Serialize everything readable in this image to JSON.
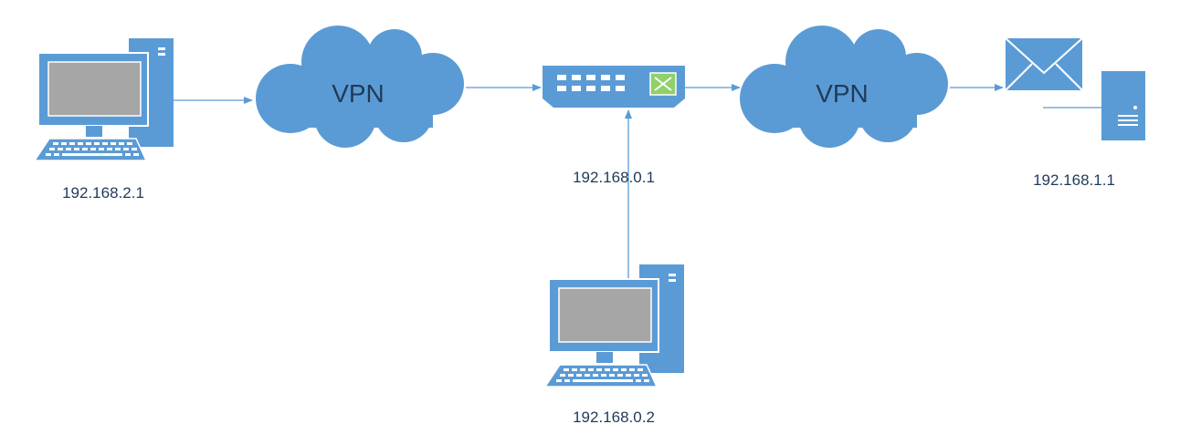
{
  "colors": {
    "device_blue": "#5b9bd5",
    "screen_gray": "#a6a6a6",
    "text_dark": "#1f3a5a",
    "switch_accent": "#8fd16a"
  },
  "nodes": {
    "pc_left": {
      "icon": "desktop-computer-icon",
      "ip": "192.168.2.1"
    },
    "vpn_left": {
      "icon": "cloud-icon",
      "label": "VPN"
    },
    "switch": {
      "icon": "network-switch-icon",
      "ip": "192.168.0.1"
    },
    "vpn_right": {
      "icon": "cloud-icon",
      "label": "VPN"
    },
    "mail_server": {
      "icon": "mail-server-icon",
      "ip": "192.168.1.1"
    },
    "pc_bottom": {
      "icon": "desktop-computer-icon",
      "ip": "192.168.0.2"
    }
  },
  "connections": [
    {
      "from": "pc_left",
      "to": "vpn_left"
    },
    {
      "from": "vpn_left",
      "to": "switch"
    },
    {
      "from": "switch",
      "to": "vpn_right"
    },
    {
      "from": "vpn_right",
      "to": "mail_server"
    },
    {
      "from": "pc_bottom",
      "to": "switch"
    }
  ]
}
